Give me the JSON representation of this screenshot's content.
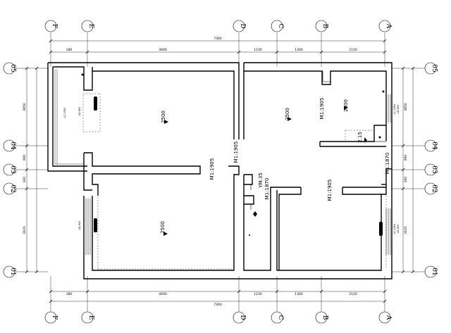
{
  "axes": {
    "columns_top": [
      "F",
      "E",
      "D",
      "C",
      "B",
      "A"
    ],
    "columns_bottom": [
      "F",
      "E",
      "D",
      "C",
      "B",
      "A"
    ],
    "rows_left": [
      "05",
      "04",
      "03",
      "02",
      "01"
    ],
    "rows_right": [
      "05",
      "04",
      "03",
      "02",
      "01"
    ]
  },
  "dimensions": {
    "top_overall": "7360",
    "top_segments": [
      "180",
      "4000",
      "1230",
      "1300",
      "2120"
    ],
    "bottom_overall": "7360",
    "bottom_segments": [
      "180",
      "4000",
      "1230",
      "1300",
      "2120"
    ],
    "left_segments": [
      "3850",
      "990",
      "300",
      "3100"
    ],
    "right_segments": [
      "3850",
      "990",
      "300",
      "3100"
    ]
  },
  "room_heights": {
    "bedroom_north": "2500",
    "living_room": "2500",
    "bedroom_south": "2500",
    "bedroom_east": "2400",
    "bathroom": "2.15"
  },
  "door_labels": {
    "m1_bedroom_north": "M1:1905",
    "m1_bedroom_east": "M1:1905",
    "m1_corridor": "M1:1905",
    "m1_kitchen": "M1:1870",
    "m1_east_right": "M1:1870",
    "m1_south": "M1:1905",
    "ym1": "YM:35"
  },
  "window_labels": {
    "north_balcony": [
      "LC-1500",
      "LD-600"
    ],
    "west_bedroom": [
      "LD-600"
    ],
    "east_bedroom": [
      "LC-1500",
      "LD-600"
    ],
    "south_bedroom": [
      "LC-1500",
      "LD-600"
    ]
  },
  "colors": {
    "line": "#000000",
    "background": "#ffffff"
  }
}
